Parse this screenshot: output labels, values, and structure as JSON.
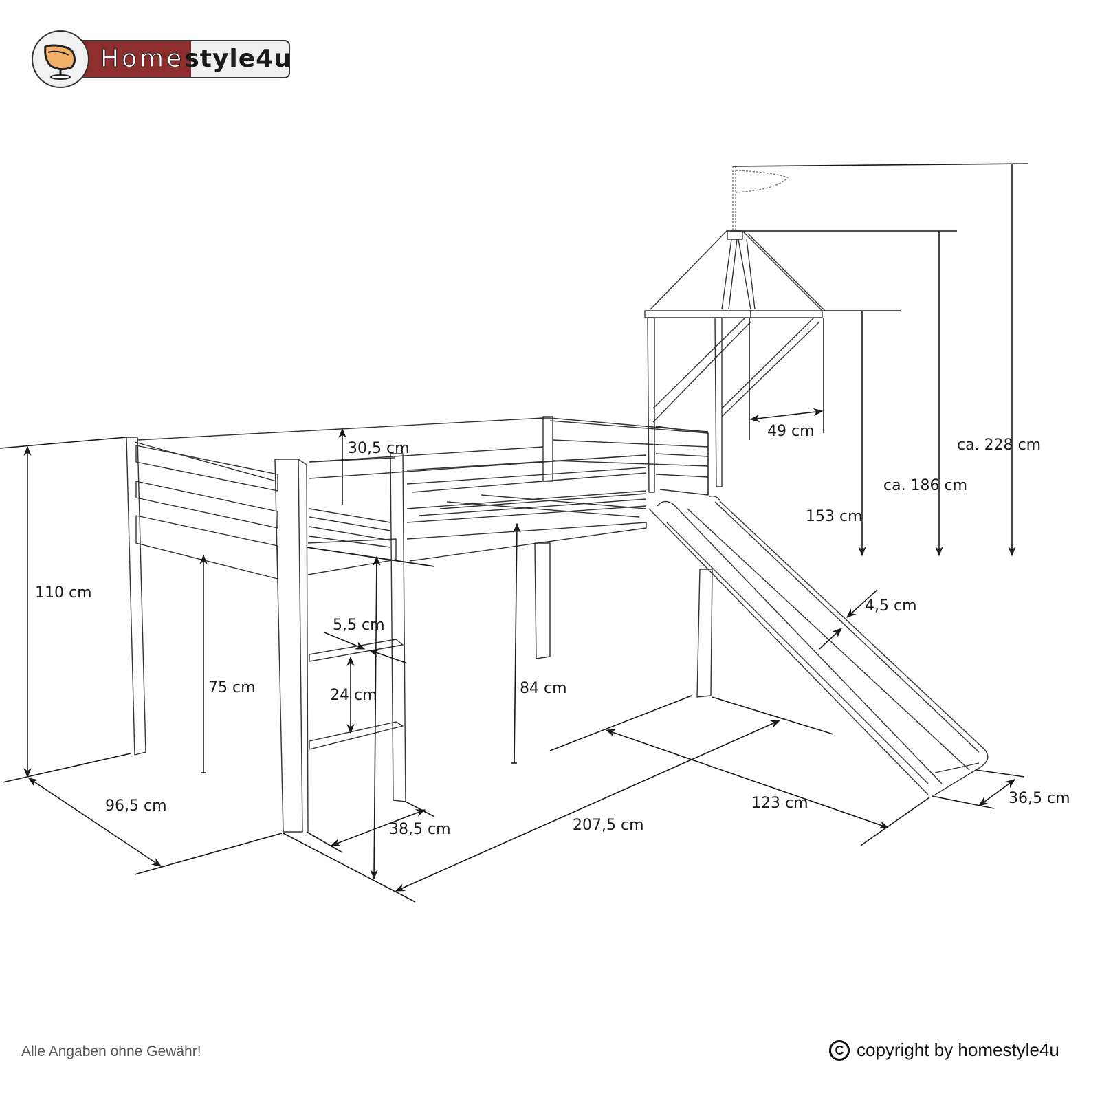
{
  "brand": {
    "name_part1": "Home",
    "name_part2": "style4u",
    "colors": {
      "red": "#8e2e2e",
      "light": "#efefef",
      "dark": "#1a1a1a"
    }
  },
  "drawing": {
    "subject": "Loft bed with tower and slide",
    "dimensions": {
      "total_height": "110 cm",
      "underbed_height": "75 cm",
      "guardrail_height": "30,5 cm",
      "slat_height": "84 cm",
      "ladder_rung_depth": "5,5 cm",
      "ladder_rung_spacing": "24 cm",
      "ladder_width": "38,5 cm",
      "bed_width": "96,5 cm",
      "bed_length": "207,5 cm",
      "slide_length_footprint": "123 cm",
      "slide_width": "36,5 cm",
      "slide_rail_thickness": "4,5 cm",
      "tower_width": "49 cm",
      "tower_platform_height": "153 cm",
      "tower_roof_height": "ca. 186 cm",
      "flag_height": "ca. 228 cm"
    }
  },
  "footer": {
    "disclaimer": "Alle Angaben ohne Gewähr!",
    "copyright": "copyright by homestyle4u",
    "copyright_symbol": "C"
  }
}
